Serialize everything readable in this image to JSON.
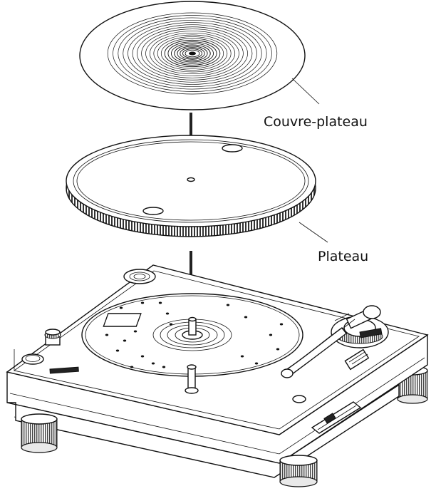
{
  "labels": {
    "mat": "Couvre-plateau",
    "platter": "Plateau"
  },
  "parts": {
    "mat": "slip-mat",
    "platter": "platter",
    "deck": "turntable-deck"
  },
  "colors": {
    "line": "#111111",
    "fill": "#ffffff",
    "arrow": "#222222"
  }
}
